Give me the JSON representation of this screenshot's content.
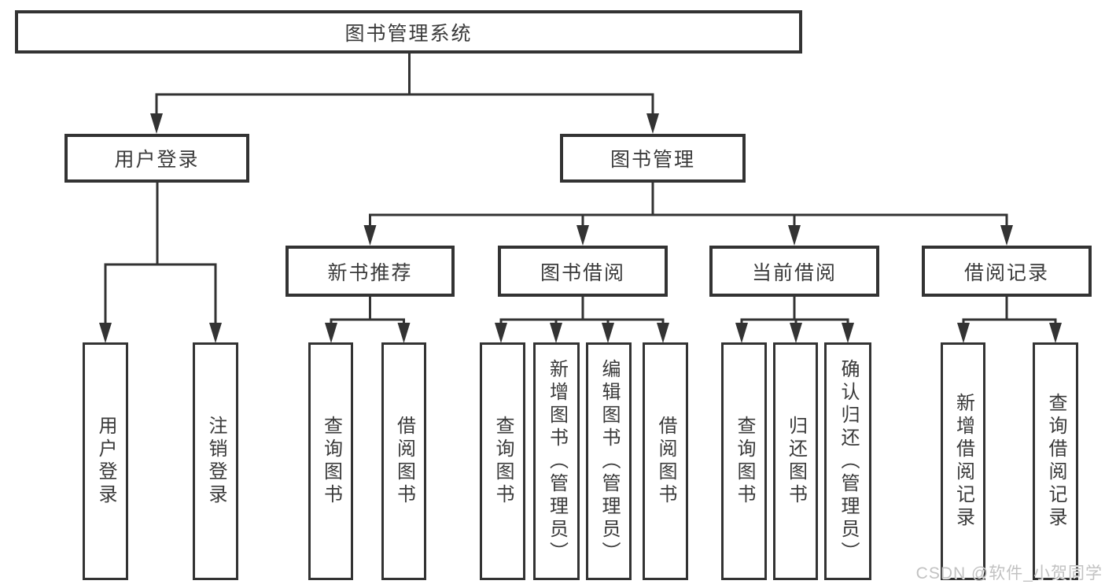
{
  "diagram": {
    "root": {
      "label": "图书管理系统"
    },
    "level2": [
      {
        "label": "用户登录"
      },
      {
        "label": "图书管理"
      }
    ],
    "level3": [
      {
        "label": "新书推荐"
      },
      {
        "label": "图书借阅"
      },
      {
        "label": "当前借阅"
      },
      {
        "label": "借阅记录"
      }
    ],
    "leaves": {
      "user_login": [
        {
          "label": "用户登录"
        },
        {
          "label": "注销登录"
        }
      ],
      "new_book_recommend": [
        {
          "label": "查询图书"
        },
        {
          "label": "借阅图书"
        }
      ],
      "book_borrowing": [
        {
          "label": "查询图书"
        },
        {
          "label": "新增图书（管理员）"
        },
        {
          "label": "编辑图书（管理员）"
        },
        {
          "label": "借阅图书"
        }
      ],
      "current_borrowing": [
        {
          "label": "查询图书"
        },
        {
          "label": "归还图书"
        },
        {
          "label": "确认归还（管理员）"
        }
      ],
      "borrowing_records": [
        {
          "label": "新增借阅记录"
        },
        {
          "label": "查询借阅记录"
        }
      ]
    }
  },
  "watermark": {
    "text": "CSDN @软件_小贺同学",
    "color": "#c2c2c2"
  },
  "colors": {
    "line": "#333333",
    "box_border": "#333333",
    "text": "#3a3a3a",
    "background": "#ffffff"
  }
}
